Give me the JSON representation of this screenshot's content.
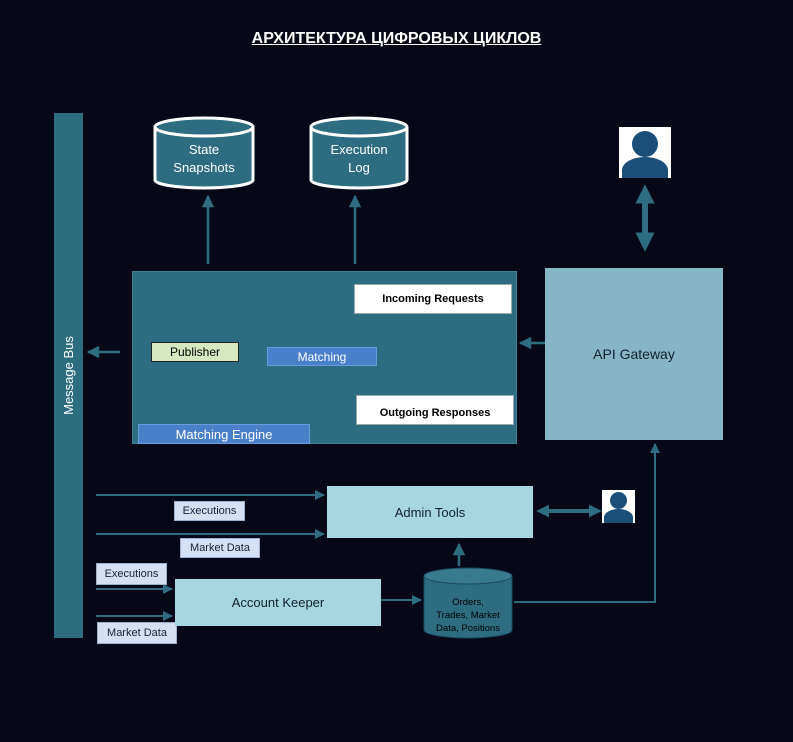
{
  "title": "АРХИТЕКТУРА ЦИФРОВЫХ ЦИКЛОВ",
  "message_bus": "Message Bus",
  "engine": {
    "label": "Matching Engine",
    "publisher": "Publisher",
    "matching": "Matching",
    "incoming": "Incoming Requests",
    "outgoing": "Outgoing Responses"
  },
  "storage": {
    "state_snapshots": [
      "State",
      "Snapshots"
    ],
    "execution_log": [
      "Execution",
      "Log"
    ],
    "orders_db": [
      "Orders,",
      "Trades, Market",
      "Data, Positions"
    ]
  },
  "api_gateway": "API Gateway",
  "admin_tools": "Admin Tools",
  "account_keeper": "Account Keeper",
  "tags": {
    "admin_executions": "Executions",
    "admin_market_data": "Market Data",
    "keeper_executions": "Executions",
    "keeper_market_data": "Market Data"
  },
  "colors": {
    "background": "#060818",
    "bus": "#2d6d80",
    "engine": "#2e6c81",
    "cylinder": "#2e6c81",
    "arrow": "#2e6c81",
    "gateway": "#86b6c6",
    "light_box": "#a6d6e2",
    "avatar": "#1b4f7a"
  },
  "icons": [
    "user-avatar-icon",
    "user-avatar-icon"
  ]
}
